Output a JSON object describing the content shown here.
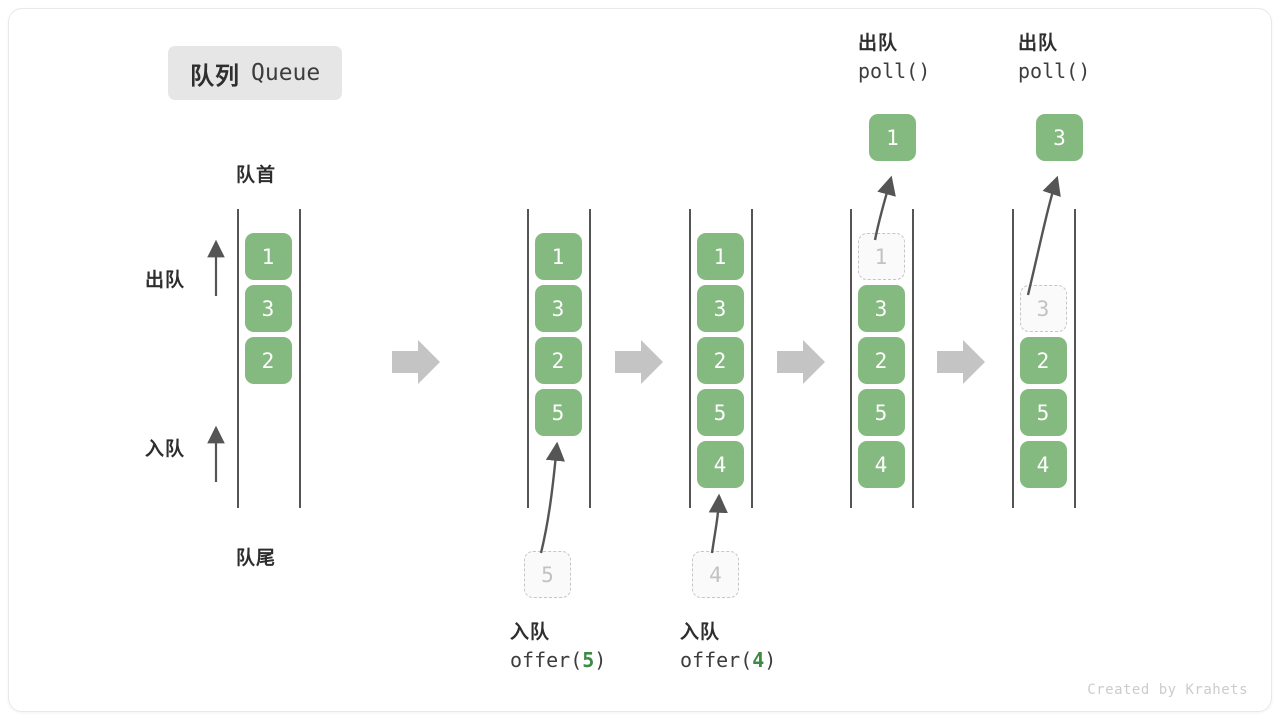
{
  "title": {
    "cn": "队列",
    "en": "Queue"
  },
  "labels": {
    "head": "队首",
    "tail": "队尾",
    "dequeue": "出队",
    "enqueue": "入队"
  },
  "side_ops": [
    {
      "name": "dequeue-side-label",
      "text": "出队"
    },
    {
      "name": "enqueue-side-label",
      "text": "入队"
    }
  ],
  "operations": [
    {
      "name": "offer-5",
      "line1": "入队",
      "call_prefix": "offer(",
      "call_num": "5",
      "call_suffix": ")"
    },
    {
      "name": "offer-4",
      "line1": "入队",
      "call_prefix": "offer(",
      "call_num": "4",
      "call_suffix": ")"
    },
    {
      "name": "poll-1",
      "line1": "出队",
      "call_prefix": "poll(",
      "call_num": "",
      "call_suffix": ")"
    },
    {
      "name": "poll-2",
      "line1": "出队",
      "call_prefix": "poll(",
      "call_num": "",
      "call_suffix": ")"
    }
  ],
  "stages": [
    {
      "name": "stage-initial",
      "cells": [
        "1",
        "3",
        "2"
      ],
      "ghost_index": -1,
      "empty_top": 0
    },
    {
      "name": "stage-after-offer-5",
      "cells": [
        "1",
        "3",
        "2",
        "5"
      ],
      "ghost_index": -1,
      "empty_top": 0
    },
    {
      "name": "stage-after-offer-4",
      "cells": [
        "1",
        "3",
        "2",
        "5",
        "4"
      ],
      "ghost_index": -1,
      "empty_top": 0
    },
    {
      "name": "stage-after-poll-1",
      "cells": [
        "1",
        "3",
        "2",
        "5",
        "4"
      ],
      "ghost_index": 0,
      "empty_top": 0
    },
    {
      "name": "stage-after-poll-3",
      "cells": [
        "3",
        "2",
        "5",
        "4"
      ],
      "ghost_index": 0,
      "empty_top": 1
    }
  ],
  "pending_inputs": [
    {
      "name": "pending-5",
      "value": "5"
    },
    {
      "name": "pending-4",
      "value": "4"
    }
  ],
  "popped_outputs": [
    {
      "name": "popped-1",
      "value": "1"
    },
    {
      "name": "popped-3",
      "value": "3"
    }
  ],
  "watermark": "Created by Krahets",
  "colors": {
    "cell_fill": "#84b97f",
    "ghost_border": "#c6c6c6",
    "rail": "#555555",
    "transition_arrow": "#c4c4c4",
    "accent_text": "#3d8b42"
  }
}
